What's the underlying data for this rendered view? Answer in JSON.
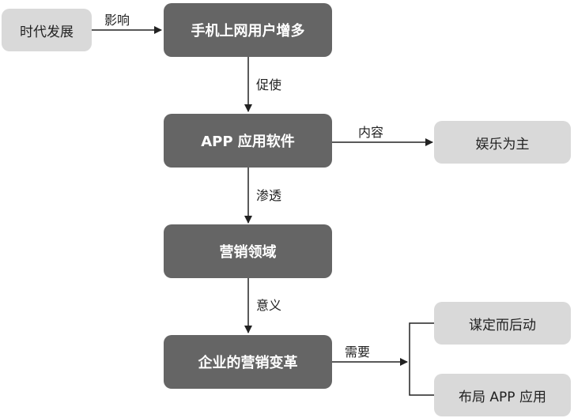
{
  "nodes": {
    "era_development": "时代发展",
    "mobile_users": "手机上网用户增多",
    "app_software": "APP 应用软件",
    "marketing_field": "营销领域",
    "marketing_change": "企业的营销变革",
    "entertainment": "娱乐为主",
    "plan_first": "谋定而后动",
    "layout_app": "布局 APP 应用"
  },
  "edges": {
    "influence": "影响",
    "promote": "促使",
    "content": "内容",
    "penetrate": "渗透",
    "meaning": "意义",
    "need": "需要"
  },
  "colors": {
    "main_node": "#656565",
    "side_node": "#d9d9d9",
    "line": "#222222"
  }
}
